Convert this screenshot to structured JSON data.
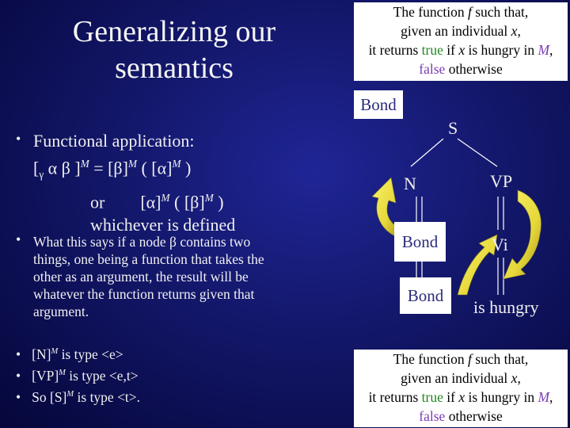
{
  "title": "Generalizing our semantics",
  "box_top": {
    "line1_pre": "The function ",
    "line1_f": "f",
    "line1_post": " such that,",
    "line2_pre": "given an individual ",
    "line2_x": "x",
    "line2_post": ",",
    "line3_pre": "it returns ",
    "line3_true": "true",
    "line3_mid": " if ",
    "line3_x": "x",
    "line3_mid2": " is hungry in ",
    "line3_m": "M",
    "line3_post": ",",
    "line4_false": "false",
    "line4_post": " otherwise"
  },
  "box_bottom": {
    "line1_pre": "The function ",
    "line1_f": "f",
    "line1_post": " such that,",
    "line2_pre": "given an individual ",
    "line2_x": "x",
    "line2_post": ",",
    "line3_pre": "it returns ",
    "line3_true": "true",
    "line3_mid": " if ",
    "line3_x": "x",
    "line3_mid2": " is hungry in ",
    "line3_m": "M",
    "line3_post": ",",
    "line4_false": "false",
    "line4_post": " otherwise"
  },
  "tree": {
    "bond_tag": "Bond",
    "s": "S",
    "n": "N",
    "vp": "VP",
    "bond_n": "Bond",
    "vi": "Vi",
    "bond_leaf": "Bond",
    "is_hungry": "is hungry"
  },
  "bullet1": {
    "label": "Functional application:",
    "formula_lbr": "[",
    "formula_gamma": "γ",
    "formula_ab": " α β ]",
    "formula_m1": "M",
    "formula_eq": " =  [β]",
    "formula_m2": "M",
    "formula_paren": " ( [α]",
    "formula_m3": "M",
    "formula_close": " )",
    "or": "or",
    "alt_pre": "[α]",
    "alt_m1": "M",
    "alt_paren": " ( [β]",
    "alt_m2": "M",
    "alt_close": " )",
    "whichever": "whichever is defined"
  },
  "bullet2": {
    "line1": "What this says if a node β contains two",
    "line2": "things, one being a function that takes the",
    "line3": "other as an argument, the result will be",
    "line4": "whatever the function returns given that",
    "line5": "argument."
  },
  "bullet3": {
    "b1_pre": "[N]",
    "b1_m": "M",
    "b1_post": " is type <e>",
    "b2_pre": "[VP]",
    "b2_m": "M",
    "b2_post": " is type <e,t>",
    "b3_pre": "So [S]",
    "b3_m": "M",
    "b3_post": " is type <t>."
  },
  "bullet_char": "•"
}
